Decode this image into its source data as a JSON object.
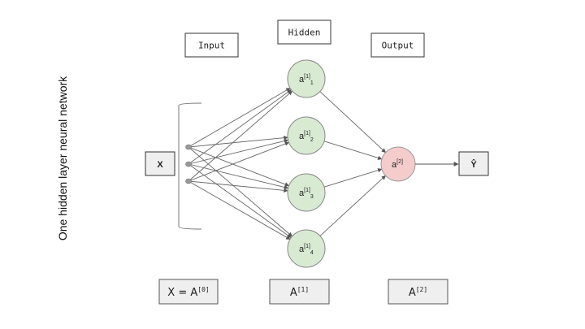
{
  "title": "One hidden layer neural network",
  "layer_headers": {
    "input": "Input",
    "hidden": "Hidden",
    "output": "Output"
  },
  "input_label": "X",
  "output_label": "Ŷ",
  "input_nodes_count": 3,
  "hidden_nodes": [
    {
      "base": "a",
      "sup": "[1]",
      "sub": "1"
    },
    {
      "base": "a",
      "sup": "[1]",
      "sub": "2"
    },
    {
      "base": "a",
      "sup": "[1]",
      "sub": "3"
    },
    {
      "base": "a",
      "sup": "[1]",
      "sub": "4"
    }
  ],
  "output_node": {
    "base": "a",
    "sup": "[2]"
  },
  "activation_labels": [
    {
      "base": "X = A",
      "sup": "[0]"
    },
    {
      "base": "A",
      "sup": "[1]"
    },
    {
      "base": "A",
      "sup": "[2]"
    }
  ],
  "colors": {
    "hidden_fill": "#d9ead3",
    "output_fill": "#f4cccc",
    "edge": "#666666",
    "node_stroke": "#888888",
    "input_dot": "#999999",
    "label_box_fill": "#efefef"
  }
}
